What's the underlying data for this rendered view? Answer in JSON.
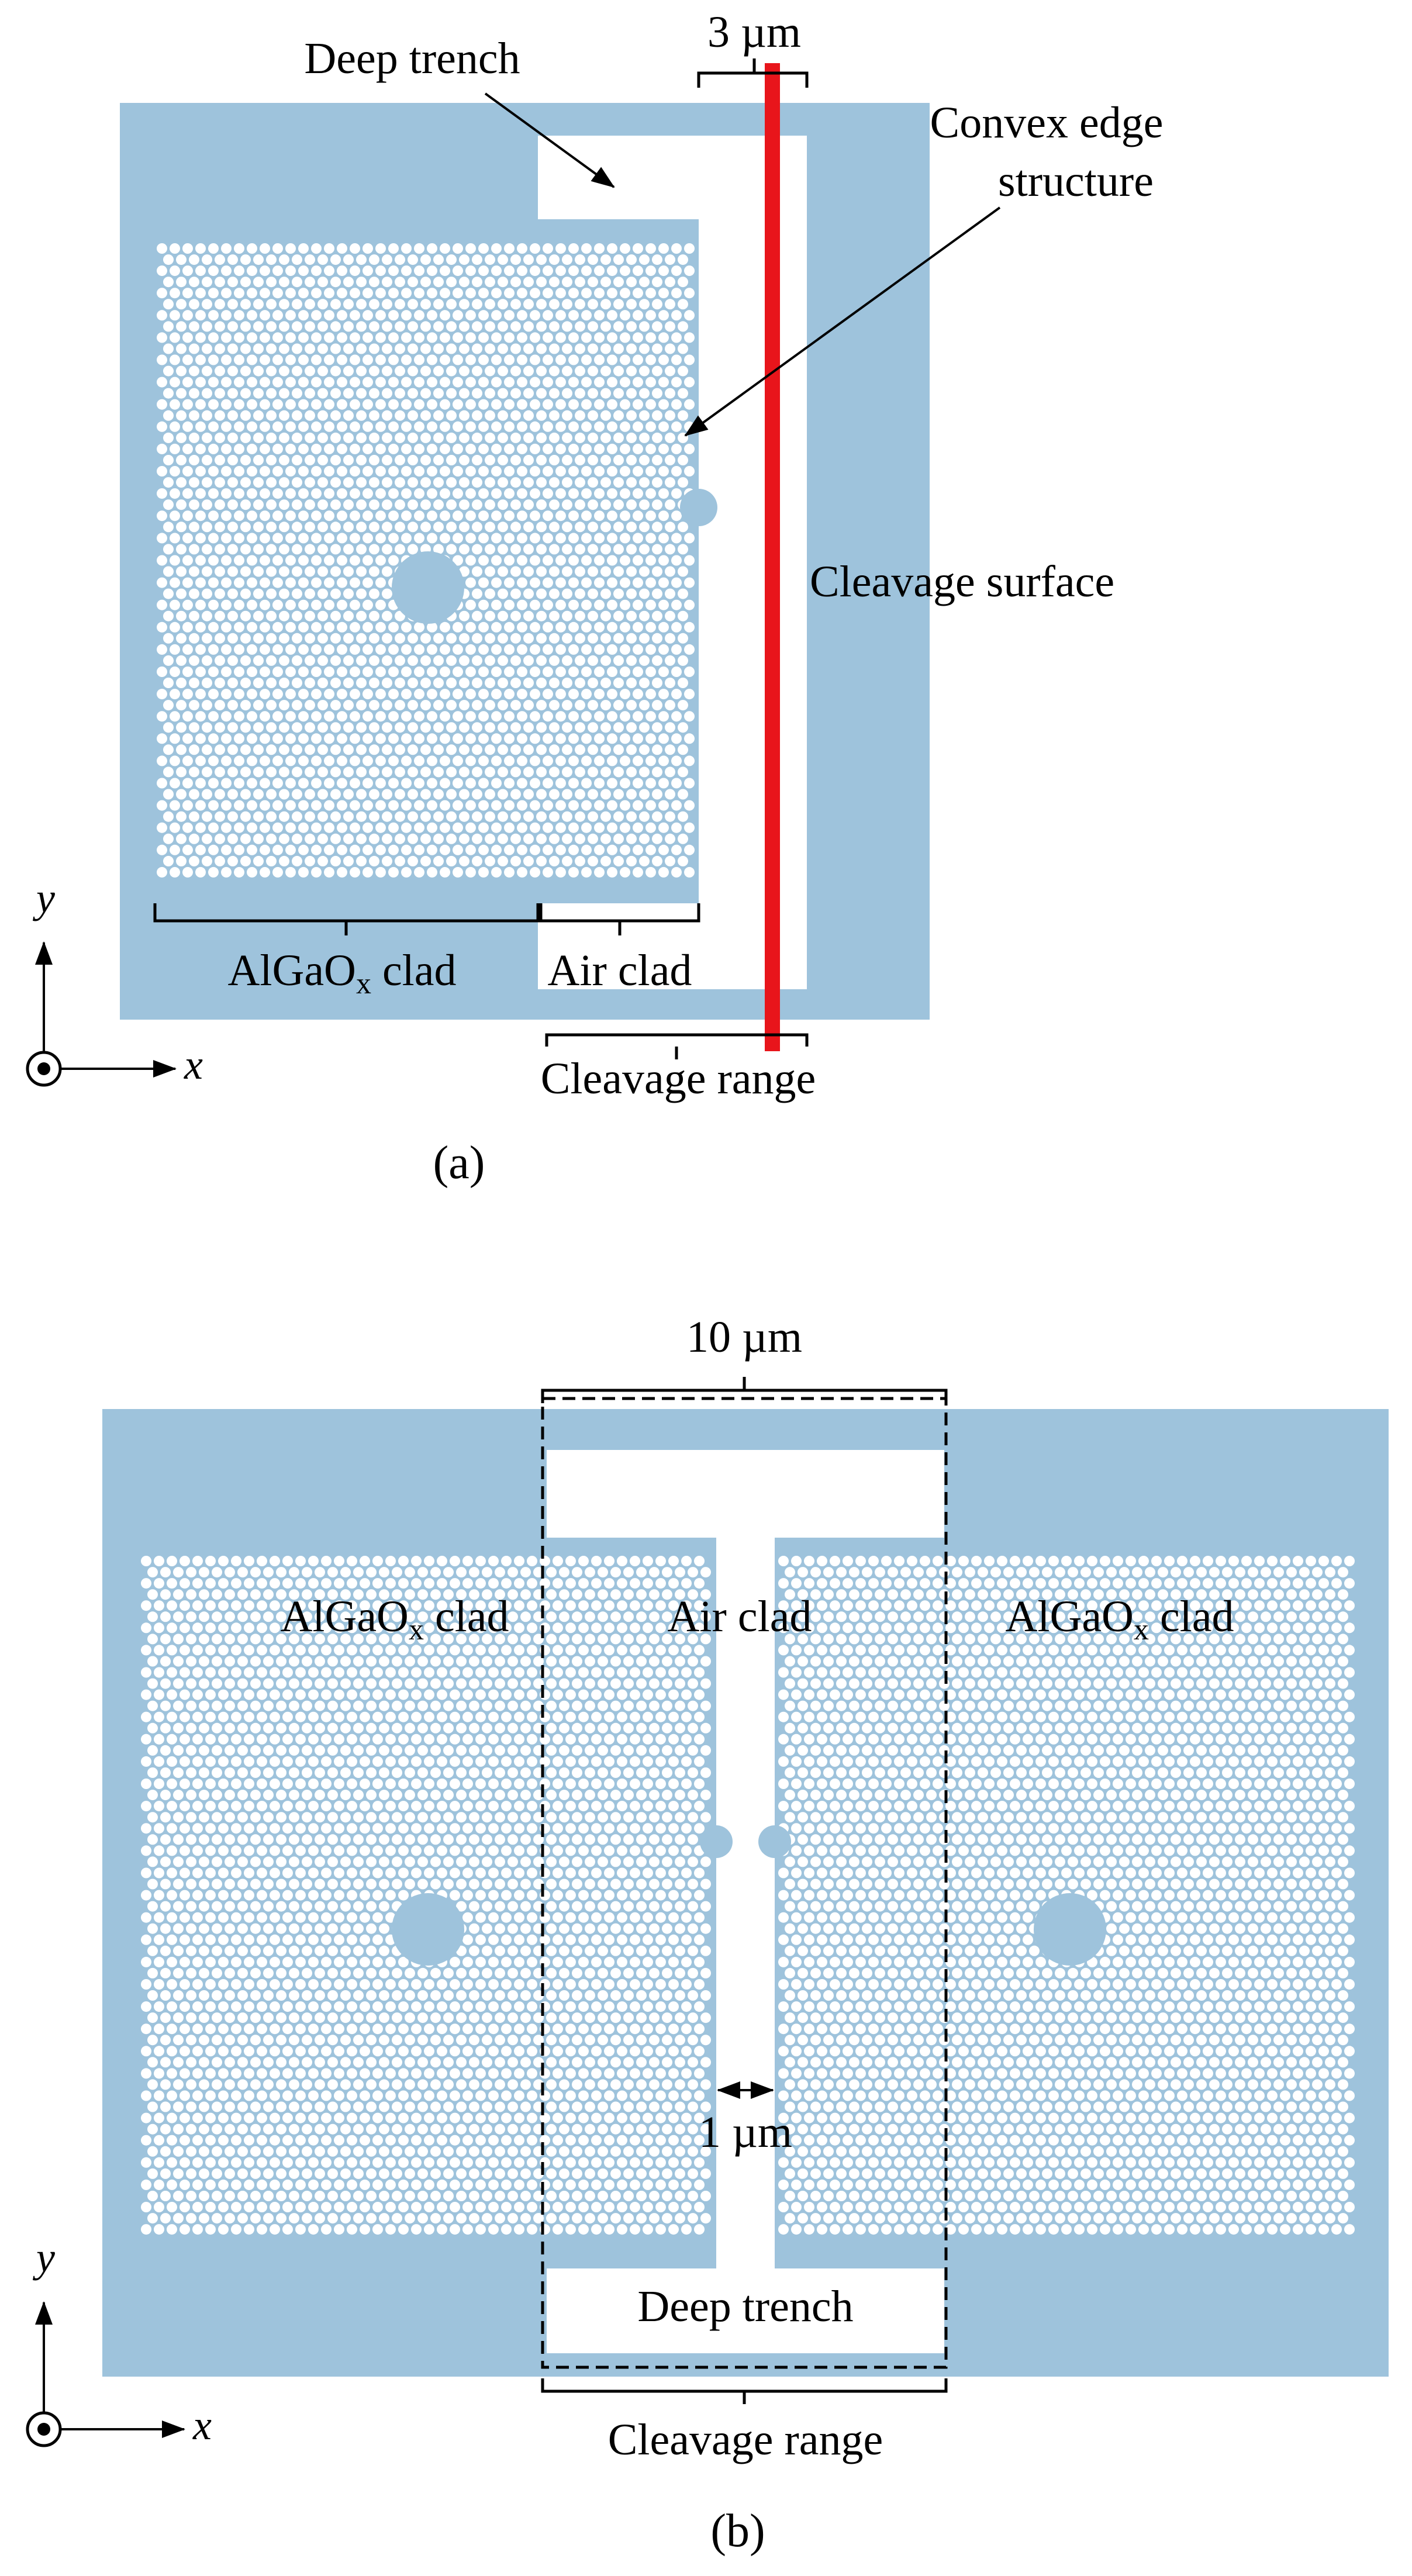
{
  "colors": {
    "slab": "#9ec3dc",
    "hole": "#ffffff",
    "cleavage_line": "#e8151b",
    "ink": "#000000"
  },
  "panel_a": {
    "caption": "(a)",
    "label_deep_trench": "Deep trench",
    "label_width": "3 µm",
    "label_convex_line1": "Convex edge",
    "label_convex_line2": "structure",
    "label_cleavage_surface": "Cleavage surface",
    "label_algaox_main": "AlGaO",
    "label_algaox_sub": "x",
    "label_algaox_tail": " clad",
    "label_air_clad": "Air clad",
    "label_cleavage_range": "Cleavage range",
    "axis_y": "y",
    "axis_x": "x"
  },
  "panel_b": {
    "caption": "(b)",
    "label_width": "10 µm",
    "label_algaox_main": "AlGaO",
    "label_algaox_sub": "x",
    "label_algaox_tail": " clad",
    "label_air_clad": "Air clad",
    "label_gap": "1 µm",
    "label_deep_trench": "Deep trench",
    "label_cleavage_range": "Cleavage range",
    "axis_y": "y",
    "axis_x": "x"
  }
}
